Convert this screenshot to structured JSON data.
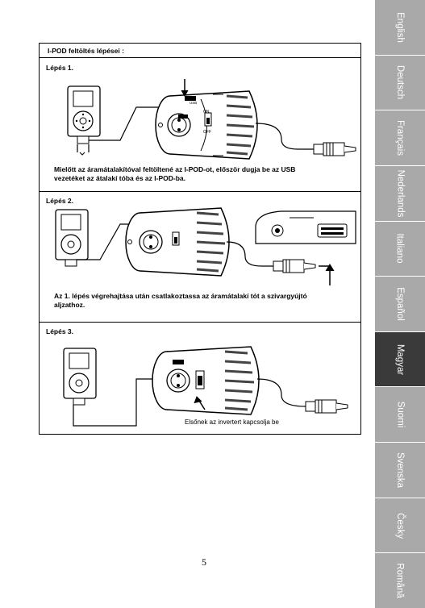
{
  "languages": [
    {
      "label": "English",
      "active": false
    },
    {
      "label": "Deutsch",
      "active": false
    },
    {
      "label": "Français",
      "active": false
    },
    {
      "label": "Nederlands",
      "active": false
    },
    {
      "label": "Italiano",
      "active": false
    },
    {
      "label": "Español",
      "active": false
    },
    {
      "label": "Magyar",
      "active": true
    },
    {
      "label": "Suomi",
      "active": false
    },
    {
      "label": "Svenska",
      "active": false
    },
    {
      "label": "Česky",
      "active": false
    },
    {
      "label": "Română",
      "active": false
    }
  ],
  "box": {
    "title": "I-POD feltöltés lépései :",
    "steps": [
      {
        "label": "Lépés 1.",
        "text_line1": "Mielőtt az áramátalakítóval feltöltené az I-POD-ot, először dugja be az USB",
        "text_line2": "vezetéket az átalakí tóba és az I-POD-ba."
      },
      {
        "label": "Lépés 2.",
        "text_line1": "Az 1. lépés végrehajtása után csatlakoztassa az áramátalakí tót a szivargyújtó",
        "text_line2": "aljzathoz."
      },
      {
        "label": "Lépés 3.",
        "caption": "Elsőnek az invertert kapcsolja be"
      }
    ]
  },
  "device_labels": {
    "switch_on": "ON",
    "switch_off": "OFF",
    "usb": "USB"
  },
  "page_number": "5"
}
